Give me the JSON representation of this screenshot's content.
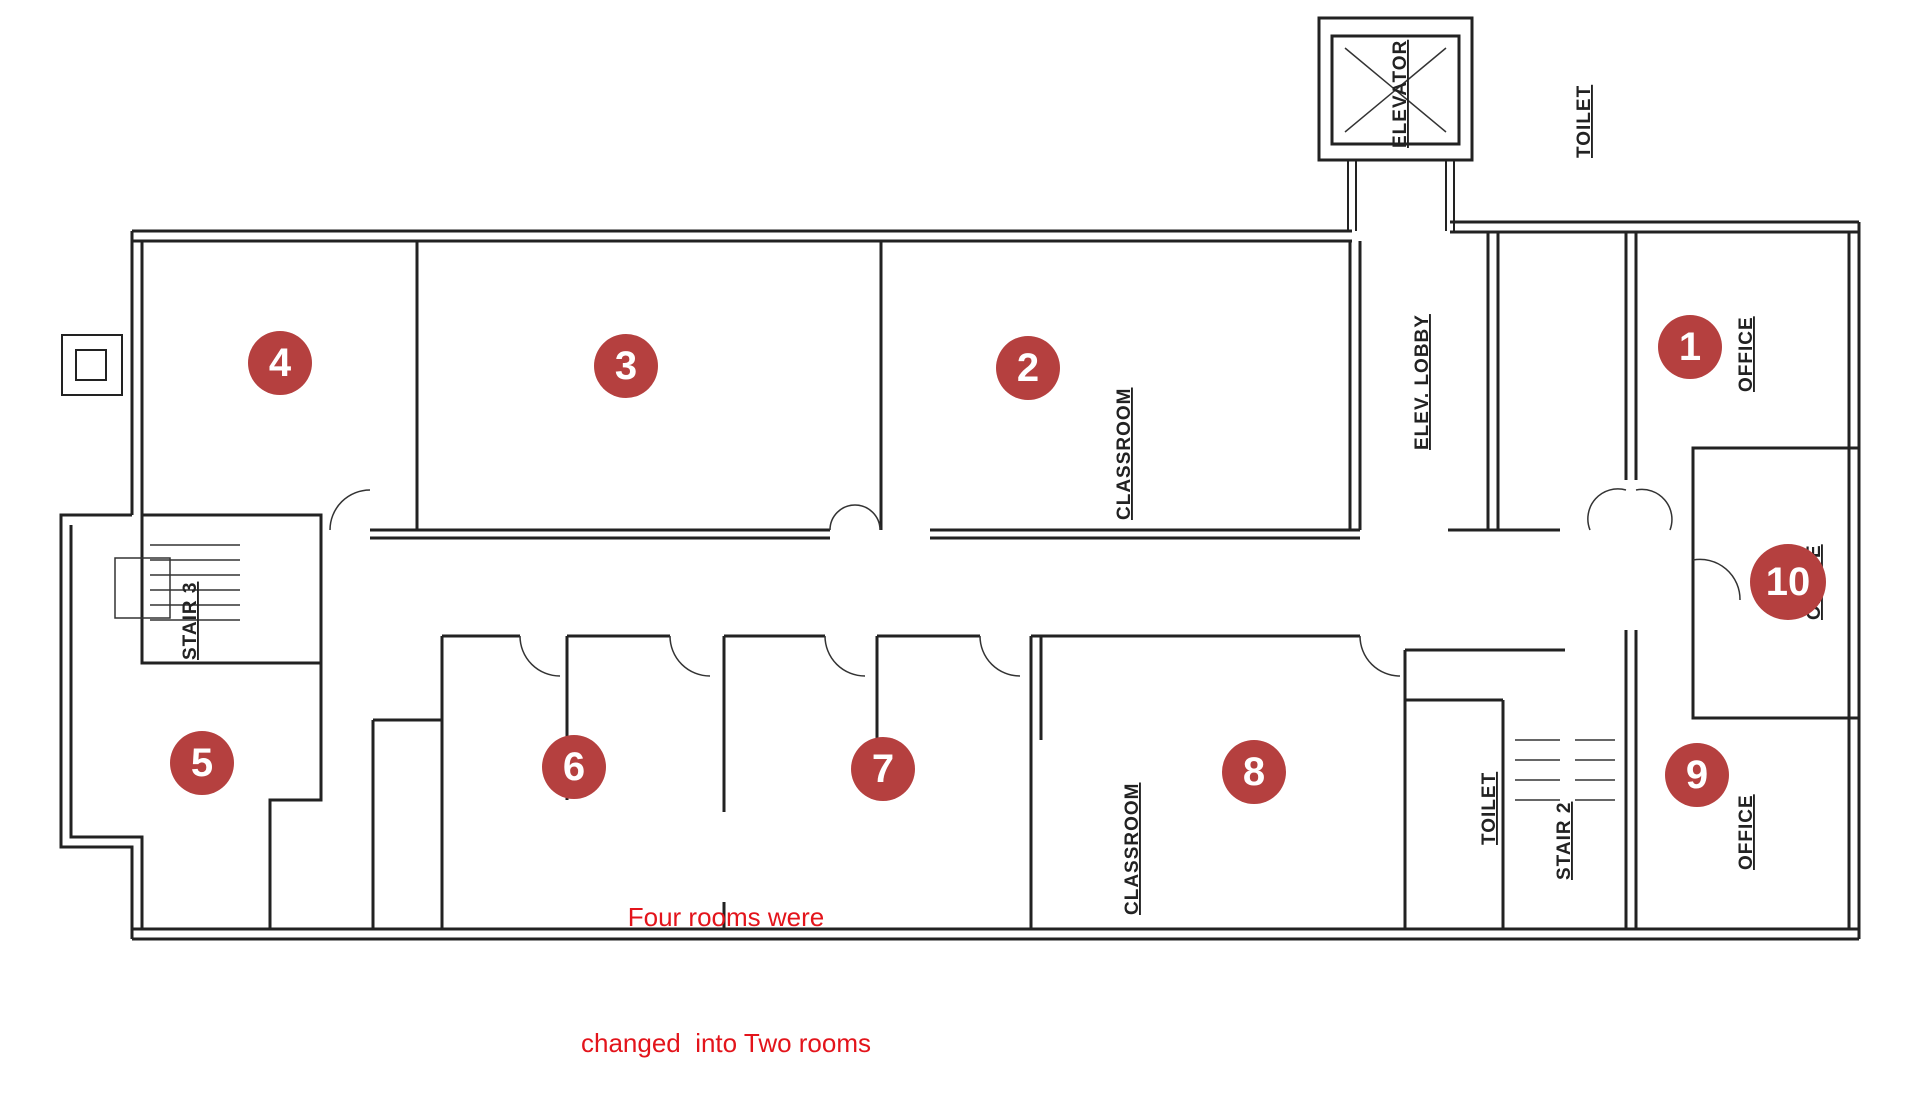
{
  "room_labels": {
    "classroom_upper": "CLASSROOM",
    "classroom_lower": "CLASSROOM",
    "elev_lobby": "ELEV. LOBBY",
    "elevator": "ELEVATOR",
    "toilet_upper": "TOILET",
    "toilet_lower": "TOILET",
    "office_1": "OFFICE",
    "office_9": "OFFICE",
    "office_10": "OFFICE",
    "stair_3": "STAIR 3",
    "stair_2": "STAIR 2"
  },
  "markers": [
    "1",
    "2",
    "3",
    "4",
    "5",
    "6",
    "7",
    "8",
    "9",
    "10"
  ],
  "marker_color": "#b5403f",
  "note": {
    "line1": "Four rooms were",
    "line2": "changed  into Two rooms",
    "color": "#e3141b"
  }
}
